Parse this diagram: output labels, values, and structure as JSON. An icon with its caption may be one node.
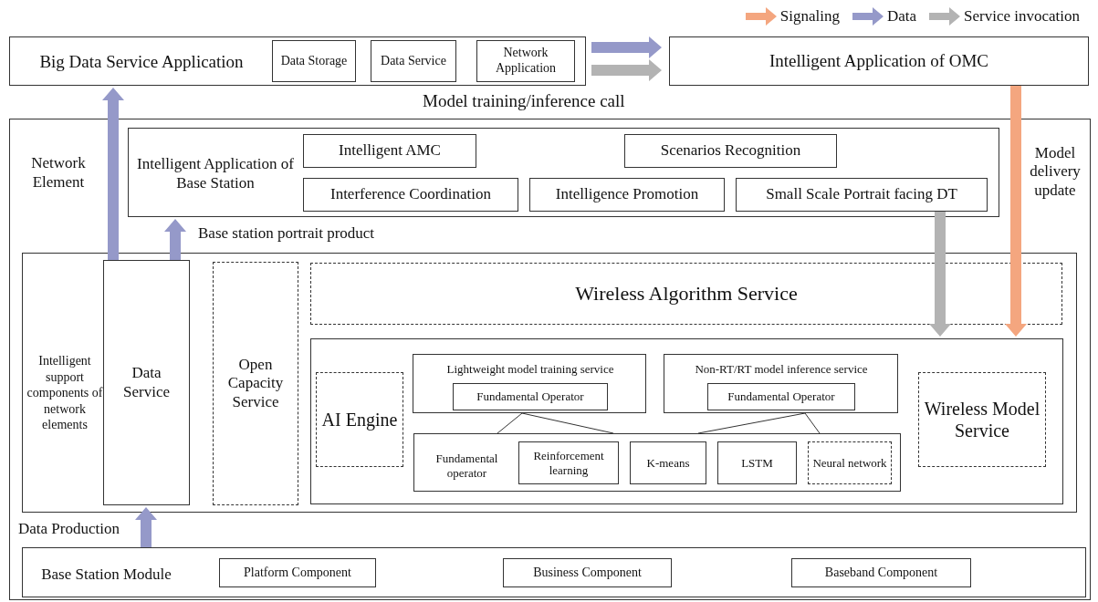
{
  "diagram": {
    "nodes": [
      {
        "text": [
          "Big Data Service Application"
        ]
      },
      {
        "text": [
          "Data Storage"
        ],
        "in": 0
      },
      {
        "text": [
          "Data Service"
        ],
        "in": 0
      },
      {
        "text": [
          "Network Application"
        ],
        "in": 0
      },
      {
        "text": [
          "Intelligent Application of OMC"
        ]
      },
      {
        "text": [
          "Network Element"
        ]
      },
      {
        "text": [
          "Intelligent Application of Base Station"
        ],
        "in": 5
      },
      {
        "text": [
          "Intelligent AMC"
        ],
        "in": 6
      },
      {
        "text": [
          "Scenarios Recognition"
        ],
        "in": 6
      },
      {
        "text": [
          "Interference Coordination"
        ],
        "in": 6
      },
      {
        "text": [
          "Intelligence Promotion"
        ],
        "in": 6
      },
      {
        "text": [
          "Small Scale Portrait facing DT"
        ],
        "in": 6
      },
      {
        "text": [
          "Intelligent support components of network elements"
        ],
        "in": 5
      },
      {
        "text": [
          "Data Service"
        ],
        "in": 12
      },
      {
        "text": [
          "Open Capacity Service"
        ],
        "in": 12
      },
      {
        "text": [
          "Wireless Algorithm Service"
        ],
        "in": 12
      },
      {
        "text": [],
        "shape": "box",
        "in": 12
      },
      {
        "text": [
          "AI Engine"
        ],
        "in": 16
      },
      {
        "text": [
          "Lightweight model training service"
        ],
        "in": 16
      },
      {
        "text": [
          "Fundamental Operator"
        ],
        "in": 18
      },
      {
        "text": [
          "Non-RT/RT model inference service"
        ],
        "in": 16
      },
      {
        "text": [
          "Fundamental Operator"
        ],
        "in": 20
      },
      {
        "text": [
          "Fundamental operator"
        ],
        "in": 16
      },
      {
        "text": [
          "Reinforcement learning"
        ],
        "in": 22
      },
      {
        "text": [
          "K-means"
        ],
        "in": 22
      },
      {
        "text": [
          "LSTM"
        ],
        "in": 22
      },
      {
        "text": [
          "Neural network"
        ],
        "in": 22
      },
      {
        "text": [
          "Wireless Model Service"
        ],
        "in": 16
      },
      {
        "text": [
          "Base Station Module"
        ],
        "in": 5
      },
      {
        "text": [
          "Platform Component"
        ],
        "in": 28
      },
      {
        "text": [
          "Business Component"
        ],
        "in": 28
      },
      {
        "text": [
          "Baseband Component"
        ],
        "in": 28
      }
    ],
    "edges": [
      {
        "from": 0,
        "to": 4,
        "arrow": "to",
        "color": "#9599c9"
      },
      {
        "from": 0,
        "to": 4,
        "arrow": "to",
        "color": "#b3b3b3",
        "label": "Model training/inference call"
      },
      {
        "from": 13,
        "to": 0,
        "arrow": "to",
        "color": "#9599c9"
      },
      {
        "from": 13,
        "to": 6,
        "arrow": "to",
        "color": "#9599c9",
        "label": "Base station portrait product"
      },
      {
        "from": 28,
        "to": 13,
        "arrow": "to",
        "color": "#9599c9",
        "label": "Data Production"
      },
      {
        "from": 11,
        "to": 16,
        "arrow": "to",
        "color": "#b3b3b3"
      },
      {
        "from": 4,
        "to": 16,
        "arrow": "to",
        "color": "#f4a67f",
        "label": "Model delivery update"
      },
      {
        "from": 18,
        "to": 22,
        "arrow": "none"
      },
      {
        "from": 18,
        "to": 22,
        "arrow": "none"
      },
      {
        "from": 20,
        "to": 22,
        "arrow": "none"
      },
      {
        "from": 20,
        "to": 22,
        "arrow": "none"
      }
    ],
    "legend": [
      {
        "text": "Signaling",
        "color": "#f4a67f"
      },
      {
        "text": "Data",
        "color": "#9599c9"
      },
      {
        "text": "Service invocation",
        "color": "#b3b3b3"
      }
    ]
  }
}
